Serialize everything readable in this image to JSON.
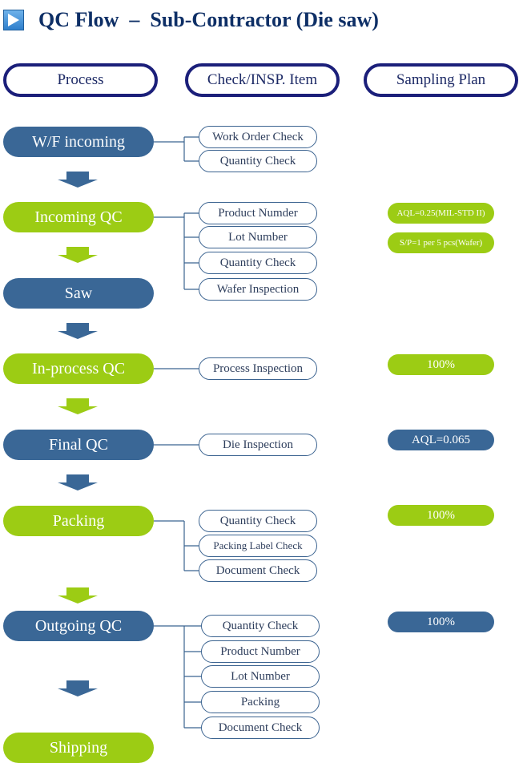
{
  "title": "QC Flow  –  Sub-Contractor (Die saw)",
  "headers": {
    "process": "Process",
    "check": "Check/INSP. Item",
    "sampling": "Sampling Plan"
  },
  "colors": {
    "blue": "#3a6796",
    "green": "#9ccc14",
    "header_border": "#1b1f7a",
    "title": "#0e2f66"
  },
  "icons": {
    "title": "play-triangle-icon",
    "flow_arrow": "down-arrow-icon"
  },
  "steps": [
    {
      "label": "W/F incoming",
      "color": "blue",
      "checks": [
        "Work Order Check",
        "Quantity Check"
      ],
      "sampling": []
    },
    {
      "label": "Incoming QC",
      "color": "green",
      "checks": [
        "Product Numder",
        "Lot Number",
        "Quantity Check",
        "Wafer Inspection"
      ],
      "sampling": [
        "AQL=0.25(MIL-STD II)",
        "S/P=1 per 5 pcs(Wafer)"
      ]
    },
    {
      "label": "Saw",
      "color": "blue",
      "checks": [],
      "sampling": []
    },
    {
      "label": "In-process QC",
      "color": "green",
      "checks": [
        "Process Inspection"
      ],
      "sampling": [
        "100%"
      ]
    },
    {
      "label": "Final QC",
      "color": "blue",
      "checks": [
        "Die Inspection"
      ],
      "sampling": [
        "AQL=0.065"
      ]
    },
    {
      "label": "Packing",
      "color": "green",
      "checks": [
        "Quantity Check",
        "Packing Label Check",
        "Document Check"
      ],
      "sampling": [
        "100%"
      ]
    },
    {
      "label": "Outgoing QC",
      "color": "blue",
      "checks": [
        "Quantity Check",
        "Product Number",
        "Lot Number",
        "Packing",
        "Document Check"
      ],
      "sampling": [
        "100%"
      ]
    },
    {
      "label": "Shipping",
      "color": "green",
      "checks": [],
      "sampling": []
    }
  ]
}
